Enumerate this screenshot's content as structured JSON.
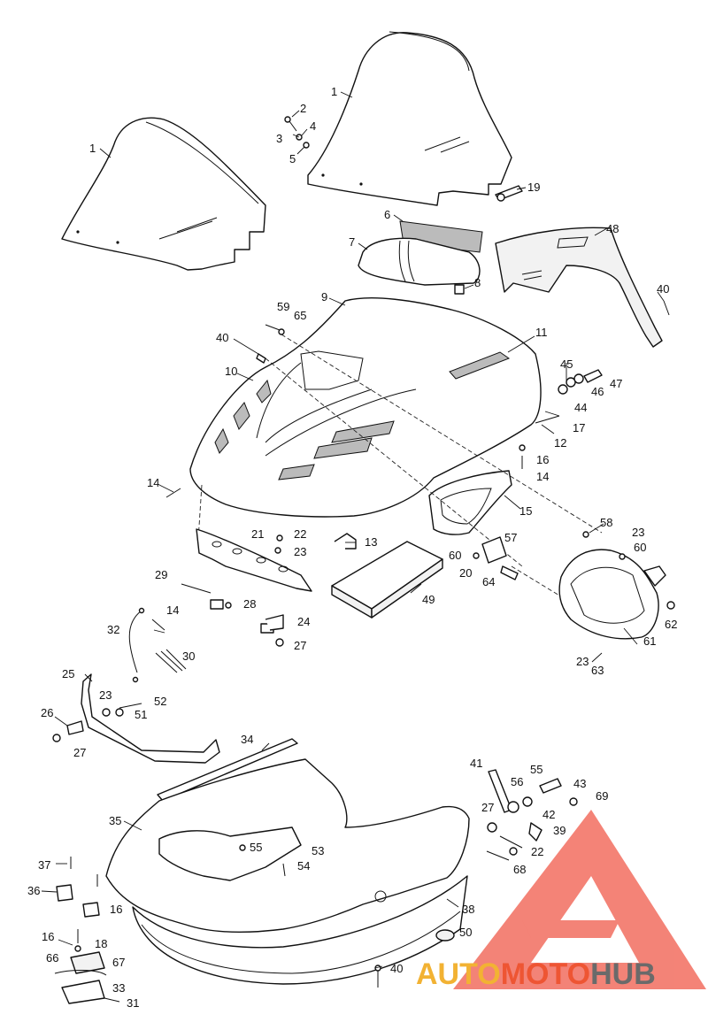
{
  "callouts": [
    {
      "id": "c1a",
      "text": "1"
    },
    {
      "id": "c1b",
      "text": "1"
    },
    {
      "id": "c2",
      "text": "2"
    },
    {
      "id": "c3",
      "text": "3"
    },
    {
      "id": "c4",
      "text": "4"
    },
    {
      "id": "c5",
      "text": "5"
    },
    {
      "id": "c6",
      "text": "6"
    },
    {
      "id": "c7",
      "text": "7"
    },
    {
      "id": "c8",
      "text": "8"
    },
    {
      "id": "c9",
      "text": "9"
    },
    {
      "id": "c10",
      "text": "10"
    },
    {
      "id": "c11",
      "text": "11"
    },
    {
      "id": "c12",
      "text": "12"
    },
    {
      "id": "c13",
      "text": "13"
    },
    {
      "id": "c14a",
      "text": "14"
    },
    {
      "id": "c14b",
      "text": "14"
    },
    {
      "id": "c14c",
      "text": "14"
    },
    {
      "id": "c15",
      "text": "15"
    },
    {
      "id": "c16a",
      "text": "16"
    },
    {
      "id": "c16b",
      "text": "16"
    },
    {
      "id": "c16c",
      "text": "16"
    },
    {
      "id": "c17",
      "text": "17"
    },
    {
      "id": "c18",
      "text": "18"
    },
    {
      "id": "c19",
      "text": "19"
    },
    {
      "id": "c20",
      "text": "20"
    },
    {
      "id": "c21",
      "text": "21"
    },
    {
      "id": "c22a",
      "text": "22"
    },
    {
      "id": "c22b",
      "text": "22"
    },
    {
      "id": "c23a",
      "text": "23"
    },
    {
      "id": "c23b",
      "text": "23"
    },
    {
      "id": "c23c",
      "text": "23"
    },
    {
      "id": "c23d",
      "text": "23"
    },
    {
      "id": "c24",
      "text": "24"
    },
    {
      "id": "c25",
      "text": "25"
    },
    {
      "id": "c26",
      "text": "26"
    },
    {
      "id": "c27a",
      "text": "27"
    },
    {
      "id": "c27b",
      "text": "27"
    },
    {
      "id": "c27c",
      "text": "27"
    },
    {
      "id": "c28",
      "text": "28"
    },
    {
      "id": "c29",
      "text": "29"
    },
    {
      "id": "c30",
      "text": "30"
    },
    {
      "id": "c31",
      "text": "31"
    },
    {
      "id": "c32",
      "text": "32"
    },
    {
      "id": "c33",
      "text": "33"
    },
    {
      "id": "c34",
      "text": "34"
    },
    {
      "id": "c35",
      "text": "35"
    },
    {
      "id": "c36",
      "text": "36"
    },
    {
      "id": "c37",
      "text": "37"
    },
    {
      "id": "c38",
      "text": "38"
    },
    {
      "id": "c39",
      "text": "39"
    },
    {
      "id": "c40a",
      "text": "40"
    },
    {
      "id": "c40b",
      "text": "40"
    },
    {
      "id": "c40c",
      "text": "40"
    },
    {
      "id": "c41",
      "text": "41"
    },
    {
      "id": "c42",
      "text": "42"
    },
    {
      "id": "c43",
      "text": "43"
    },
    {
      "id": "c44",
      "text": "44"
    },
    {
      "id": "c45",
      "text": "45"
    },
    {
      "id": "c46",
      "text": "46"
    },
    {
      "id": "c47",
      "text": "47"
    },
    {
      "id": "c48",
      "text": "48"
    },
    {
      "id": "c49",
      "text": "49"
    },
    {
      "id": "c50",
      "text": "50"
    },
    {
      "id": "c51",
      "text": "51"
    },
    {
      "id": "c52",
      "text": "52"
    },
    {
      "id": "c53",
      "text": "53"
    },
    {
      "id": "c54",
      "text": "54"
    },
    {
      "id": "c55a",
      "text": "55"
    },
    {
      "id": "c55b",
      "text": "55"
    },
    {
      "id": "c56",
      "text": "56"
    },
    {
      "id": "c57",
      "text": "57"
    },
    {
      "id": "c58",
      "text": "58"
    },
    {
      "id": "c59",
      "text": "59"
    },
    {
      "id": "c60a",
      "text": "60"
    },
    {
      "id": "c60b",
      "text": "60"
    },
    {
      "id": "c61",
      "text": "61"
    },
    {
      "id": "c62",
      "text": "62"
    },
    {
      "id": "c63",
      "text": "63"
    },
    {
      "id": "c64",
      "text": "64"
    },
    {
      "id": "c65",
      "text": "65"
    },
    {
      "id": "c66",
      "text": "66"
    },
    {
      "id": "c67",
      "text": "67"
    },
    {
      "id": "c68",
      "text": "68"
    },
    {
      "id": "c69",
      "text": "69"
    }
  ],
  "watermark": {
    "part1": "AUTO",
    "part2": "MOTO",
    "part3": "HUB",
    "colors": {
      "auto": "#f2b233",
      "moto": "#ee5533",
      "hub": "#6a6a6a",
      "triangle": "#f05a4a"
    }
  }
}
